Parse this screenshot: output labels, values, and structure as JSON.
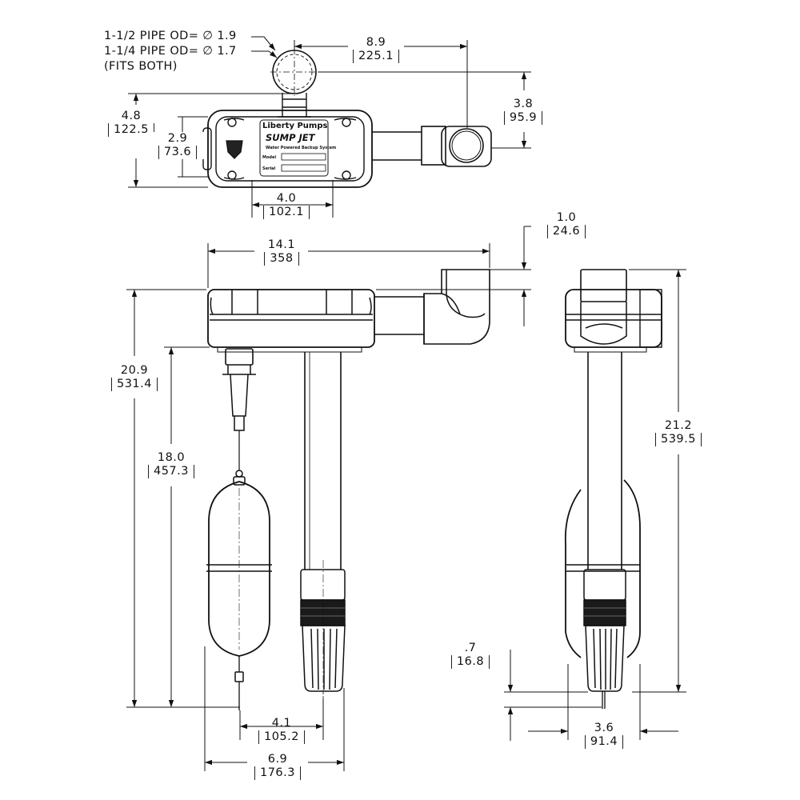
{
  "notes": {
    "pipe_15": "1-1/2 PIPE OD= ∅ 1.9",
    "pipe_125": "1-1/4 PIPE OD= ∅ 1.7",
    "fits": "(FITS BOTH)"
  },
  "product_label": {
    "brand": "Liberty Pumps",
    "model": "SUMP JET",
    "tagline": "Water Powered Backup System",
    "field_model": "Model",
    "field_serial": "Serial"
  },
  "dimensions": [
    {
      "id": "top-length",
      "inch": "8.9",
      "mm": "225.1"
    },
    {
      "id": "outlet-offset",
      "inch": "3.8",
      "mm": "95.9"
    },
    {
      "id": "top-depth",
      "inch": "4.8",
      "mm": "122.5"
    },
    {
      "id": "top-inner-depth",
      "inch": "2.9",
      "mm": "73.6"
    },
    {
      "id": "top-bottom-width",
      "inch": "4.0",
      "mm": "102.1"
    },
    {
      "id": "elbow-height",
      "inch": "1.0",
      "mm": "24.6"
    },
    {
      "id": "overall-width",
      "inch": "14.1",
      "mm": "358"
    },
    {
      "id": "overall-height",
      "inch": "20.9",
      "mm": "531.4"
    },
    {
      "id": "switch-drop",
      "inch": "18.0",
      "mm": "457.3"
    },
    {
      "id": "side-height",
      "inch": "21.2",
      "mm": "539.5"
    },
    {
      "id": "rod-offset",
      "inch": "4.1",
      "mm": "105.2"
    },
    {
      "id": "base-span",
      "inch": "6.9",
      "mm": "176.3"
    },
    {
      "id": "bottom-clearance",
      "inch": ".7",
      "mm": "16.8"
    },
    {
      "id": "side-base-width",
      "inch": "3.6",
      "mm": "91.4"
    }
  ]
}
